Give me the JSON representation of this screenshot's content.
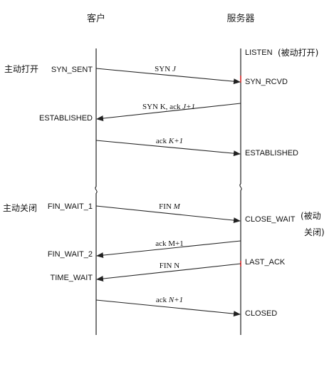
{
  "headers": {
    "client": "客户",
    "server": "服务器"
  },
  "client_states": {
    "syn_sent": "SYN_SENT",
    "established": "ESTABLISHED",
    "fin_wait_1": "FIN_WAIT_1",
    "fin_wait_2": "FIN_WAIT_2",
    "time_wait": "TIME_WAIT"
  },
  "server_states": {
    "listen": "LISTEN",
    "syn_rcvd": "SYN_RCVD",
    "established": "ESTABLISHED",
    "close_wait": "CLOSE_WAIT",
    "last_ack": "LAST_ACK",
    "closed": "CLOSED"
  },
  "annotations": {
    "active_open": "主动打开",
    "passive_open": "(被动打开)",
    "active_close": "主动关闭",
    "passive_close_1": "(被动",
    "passive_close_2": "关闭)"
  },
  "messages": {
    "syn": {
      "pre": "SYN ",
      "var": "J"
    },
    "syn_ack": {
      "pre": "SYN K, ack ",
      "var": "J+1"
    },
    "ack1": {
      "pre": "ack ",
      "var": "K+1"
    },
    "fin_m": {
      "pre": "FIN ",
      "var": "M"
    },
    "ack_m": {
      "text": "ack M+1"
    },
    "fin_n": {
      "text": "FIN N"
    },
    "ack_n": {
      "pre": "ack ",
      "var": "N+1"
    }
  }
}
